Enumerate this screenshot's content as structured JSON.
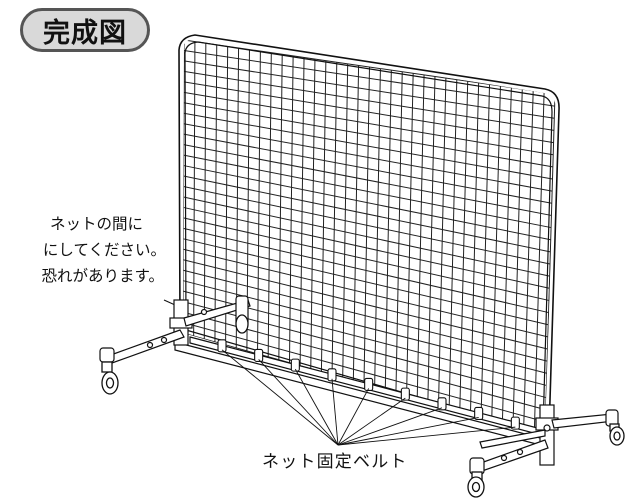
{
  "title": "完成図",
  "caution": {
    "lines": [
      "ネットの間に",
      "にしてください。",
      "恐れがあります。"
    ]
  },
  "callout": {
    "label": "ネット固定ベルト"
  }
}
